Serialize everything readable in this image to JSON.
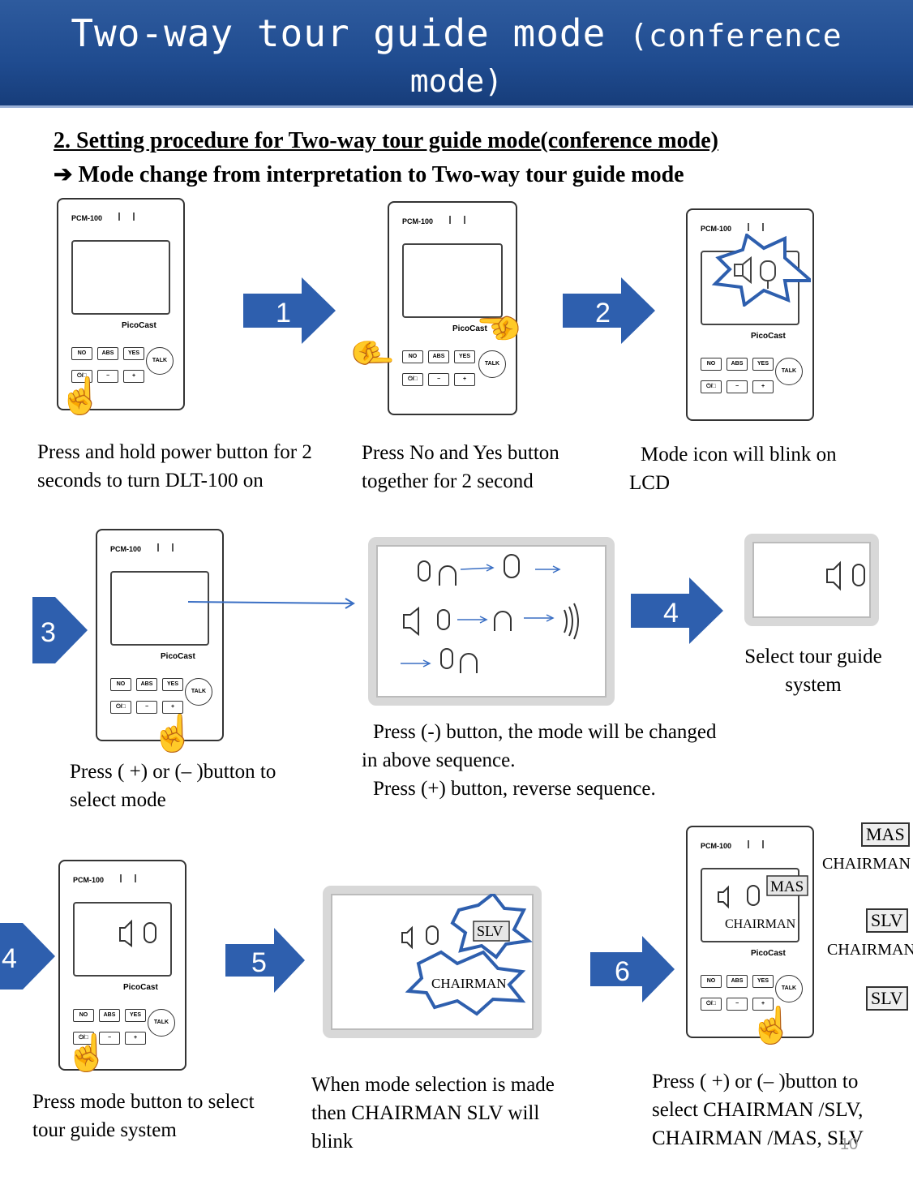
{
  "banner": {
    "title_main": "Two-way tour guide mode",
    "title_paren": "(conference",
    "title_line2": "mode)"
  },
  "headings": {
    "line1": "2. Setting procedure for Two-way tour guide mode(conference mode)",
    "line2": "➔ Mode change from interpretation to Two-way tour guide mode"
  },
  "device": {
    "model": "PCM-100",
    "brand": "PicoCast",
    "keys": [
      "NO",
      "ABS",
      "YES",
      "⏻/□",
      "−",
      "+"
    ],
    "talk": "TALK"
  },
  "steps": [
    "1",
    "2",
    "3",
    "4",
    "4",
    "5",
    "6"
  ],
  "captions": {
    "c1": "Press and hold power button for 2 seconds to turn DLT-100 on",
    "c2": "Press No and Yes button together for 2 second",
    "c3": "Mode icon will blink on LCD",
    "c4": "Press ( +) or (– )button to select mode",
    "c5a": "Press (-) button, the mode will be changed in above sequence.",
    "c5b": "Press (+) button, reverse sequence.",
    "c6": "Select tour guide system",
    "c7": "Press mode button to select tour guide system",
    "c8": "When mode selection is made then  CHAIRMAN SLV will blink",
    "c9": "Press ( +) or (– )button to select CHAIRMAN /SLV, CHAIRMAN /MAS, SLV"
  },
  "labels": {
    "mas": "MAS",
    "slv": "SLV",
    "chairman": "CHAIRMAN"
  },
  "page_number": "10",
  "colors": {
    "banner": "#1f4b8f",
    "arrow": "#2e5fae",
    "hand": "#1a3f8f"
  }
}
